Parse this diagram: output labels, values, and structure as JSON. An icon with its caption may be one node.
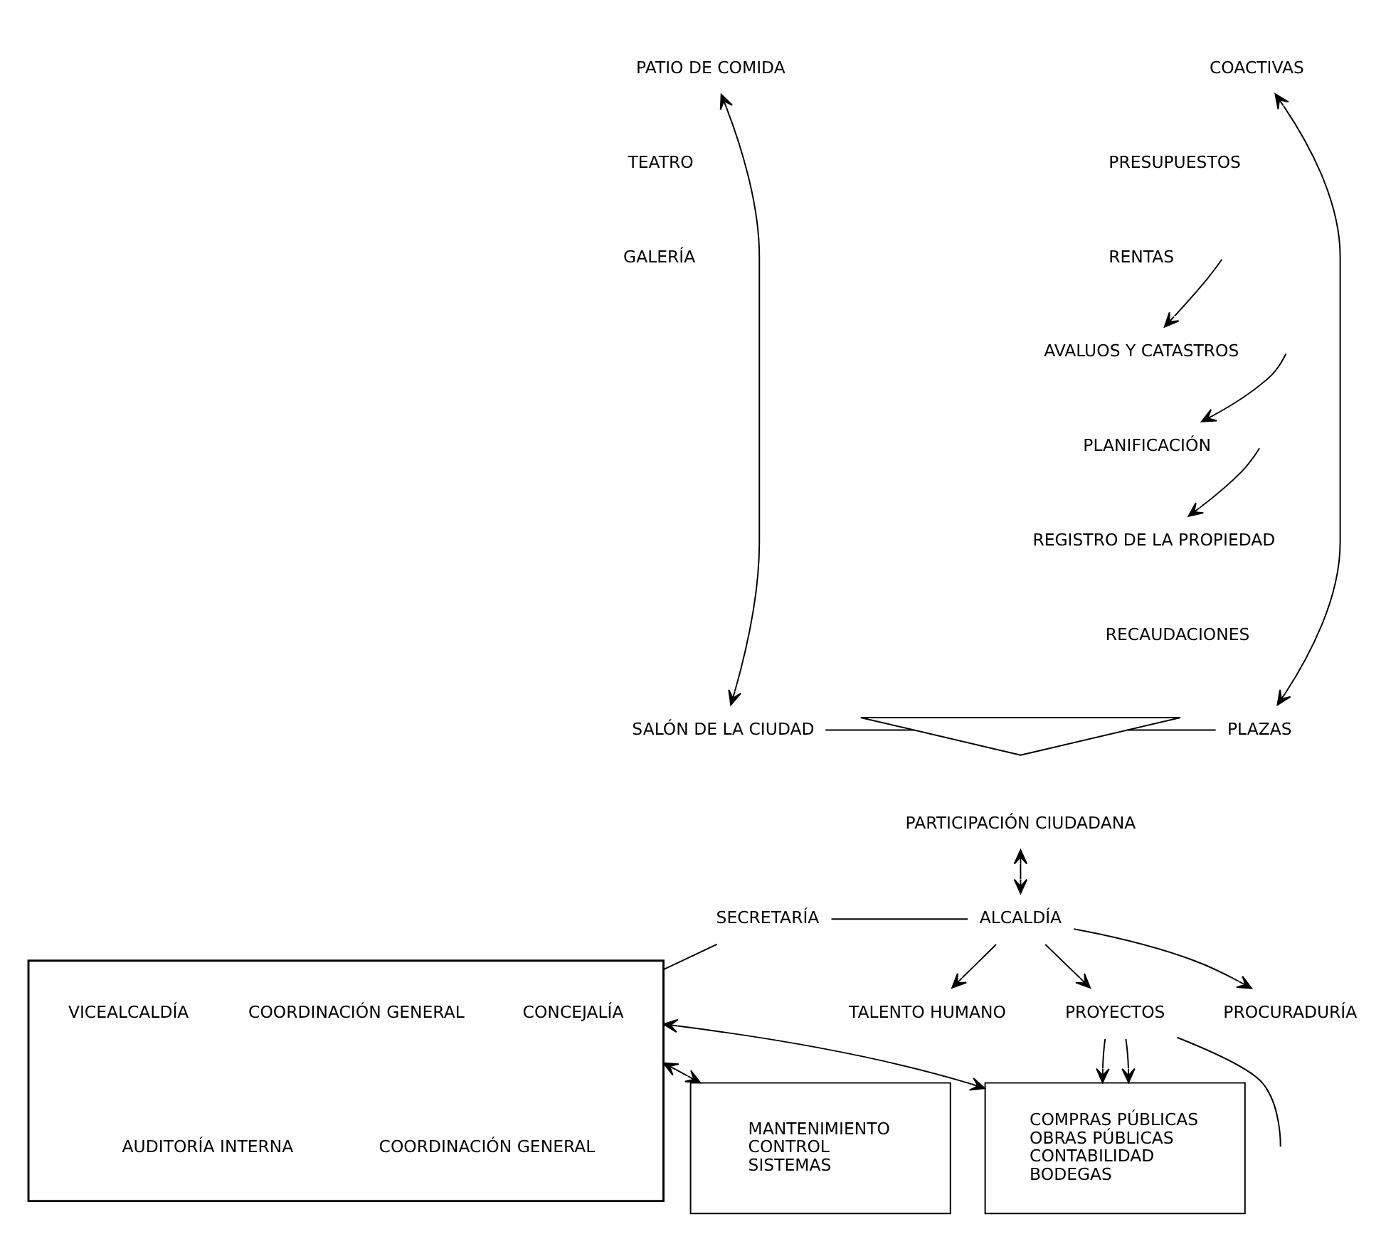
{
  "diagram": {
    "nodes": [
      {
        "text": [
          "PATIO DE COMIDA"
        ]
      },
      {
        "text": [
          "TEATRO"
        ]
      },
      {
        "text": [
          "GALERÍA"
        ]
      },
      {
        "text": [
          "COACTIVAS"
        ]
      },
      {
        "text": [
          "PRESUPUESTOS"
        ]
      },
      {
        "text": [
          "RENTAS"
        ]
      },
      {
        "text": [
          "AVALUOS Y CATASTROS"
        ]
      },
      {
        "text": [
          "PLANIFICACIÓN"
        ]
      },
      {
        "text": [
          "REGISTRO DE LA PROPIEDAD"
        ]
      },
      {
        "text": [
          "RECAUDACIONES"
        ]
      },
      {
        "text": [
          "SALÓN DE LA CIUDAD"
        ]
      },
      {
        "text": [],
        "shape": "triangle"
      },
      {
        "text": [
          "PLAZAS"
        ]
      },
      {
        "text": [
          "PARTICIPACIÓN CIUDADANA"
        ]
      },
      {
        "text": [
          "SECRETARÍA"
        ]
      },
      {
        "text": [
          "ALCALDÍA"
        ]
      },
      {
        "text": [
          "PROCURADURÍA"
        ]
      },
      {
        "text": [
          "TALENTO HUMANO"
        ]
      },
      {
        "text": [
          "PROYECTOS"
        ]
      },
      {
        "text": [],
        "shape": "box"
      },
      {
        "text": [
          "CONCEJALÍA"
        ],
        "in": 19
      },
      {
        "text": [
          "COORDINACIÓN GENERAL"
        ],
        "in": 19
      },
      {
        "text": [
          "VICEALCALDÍA"
        ],
        "in": 19
      },
      {
        "text": [
          "COORDINACIÓN GENERAL"
        ],
        "in": 19
      },
      {
        "text": [
          "AUDITORÍA INTERNA"
        ],
        "in": 19
      },
      {
        "text": [
          "MANTENIMIENTO",
          "CONTROL",
          "SISTEMAS"
        ]
      },
      {
        "text": [
          "COMPRAS PÚBLICAS",
          "OBRAS PÚBLICAS",
          "CONTABILIDAD",
          "BODEGAS"
        ]
      }
    ],
    "edges": [
      {
        "from": 0,
        "to": 10,
        "arrow": "both"
      },
      {
        "from": 12,
        "to": 3,
        "arrow": "both"
      },
      {
        "from": null,
        "to": 6,
        "arrow": "to"
      },
      {
        "from": null,
        "to": 7,
        "arrow": "to"
      },
      {
        "from": null,
        "to": 8,
        "arrow": "to"
      },
      {
        "from": 10,
        "to": 11,
        "arrow": "none"
      },
      {
        "from": 11,
        "to": 12,
        "arrow": "none"
      },
      {
        "from": 13,
        "to": 15,
        "arrow": "both"
      },
      {
        "from": 14,
        "to": 15,
        "arrow": "none"
      },
      {
        "from": 14,
        "to": 19,
        "arrow": "none"
      },
      {
        "from": 15,
        "to": 16,
        "arrow": "to"
      },
      {
        "from": 15,
        "to": 17,
        "arrow": "to"
      },
      {
        "from": 15,
        "to": 18,
        "arrow": "to"
      },
      {
        "from": 18,
        "to": null,
        "arrow": "none"
      },
      {
        "from": 18,
        "to": 26,
        "arrow": "to"
      },
      {
        "from": 18,
        "to": 26,
        "arrow": "to"
      },
      {
        "from": 19,
        "to": 25,
        "arrow": "both"
      },
      {
        "from": 19,
        "to": 26,
        "arrow": "both"
      }
    ]
  }
}
